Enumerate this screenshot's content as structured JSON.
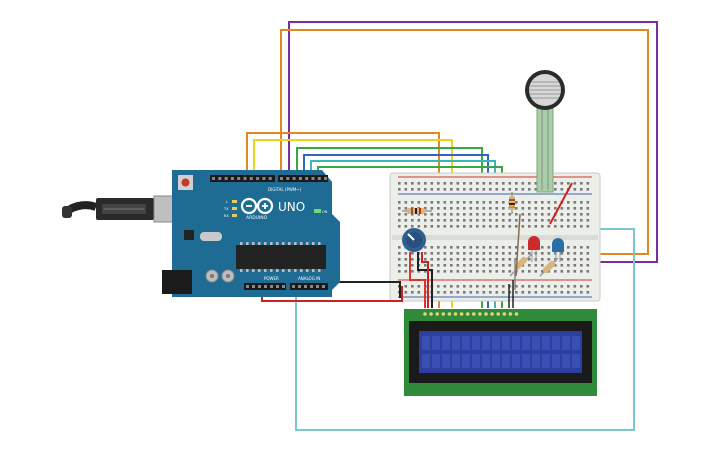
{
  "arduino": {
    "logo": "UNO",
    "brand": "ARDUINO",
    "digital_label": "DIGITAL (PWM~)",
    "power_label": "POWER",
    "analog_label": "ANALOG IN",
    "tx_label": "TX",
    "rx_label": "RX",
    "l_label": "L",
    "on_label": "ON",
    "board_color": "#1e6b93",
    "header_color": "#1a1a1a"
  },
  "breadboard": {
    "body_color": "#eceeea",
    "rail_red": "#d8362a",
    "rail_blue": "#3a66b0"
  },
  "lcd": {
    "pcb_color": "#2f8a3a",
    "screen_color": "#2c3f9e"
  },
  "sensor": {
    "type_icon": "force-sensitive-resistor-icon"
  },
  "wire_colors": {
    "purple": "#7b2d9e",
    "orange": "#e0891e",
    "yellow": "#f1d21c",
    "green": "#3aa842",
    "blue": "#2f66c4",
    "teal": "#3bb7b7",
    "red": "#cc2222",
    "black": "#222222",
    "cyan": "#7ac8cc",
    "gray": "#888888"
  },
  "components": {
    "led_red": "#cc2b2b",
    "led_blue": "#2a6fa8"
  }
}
